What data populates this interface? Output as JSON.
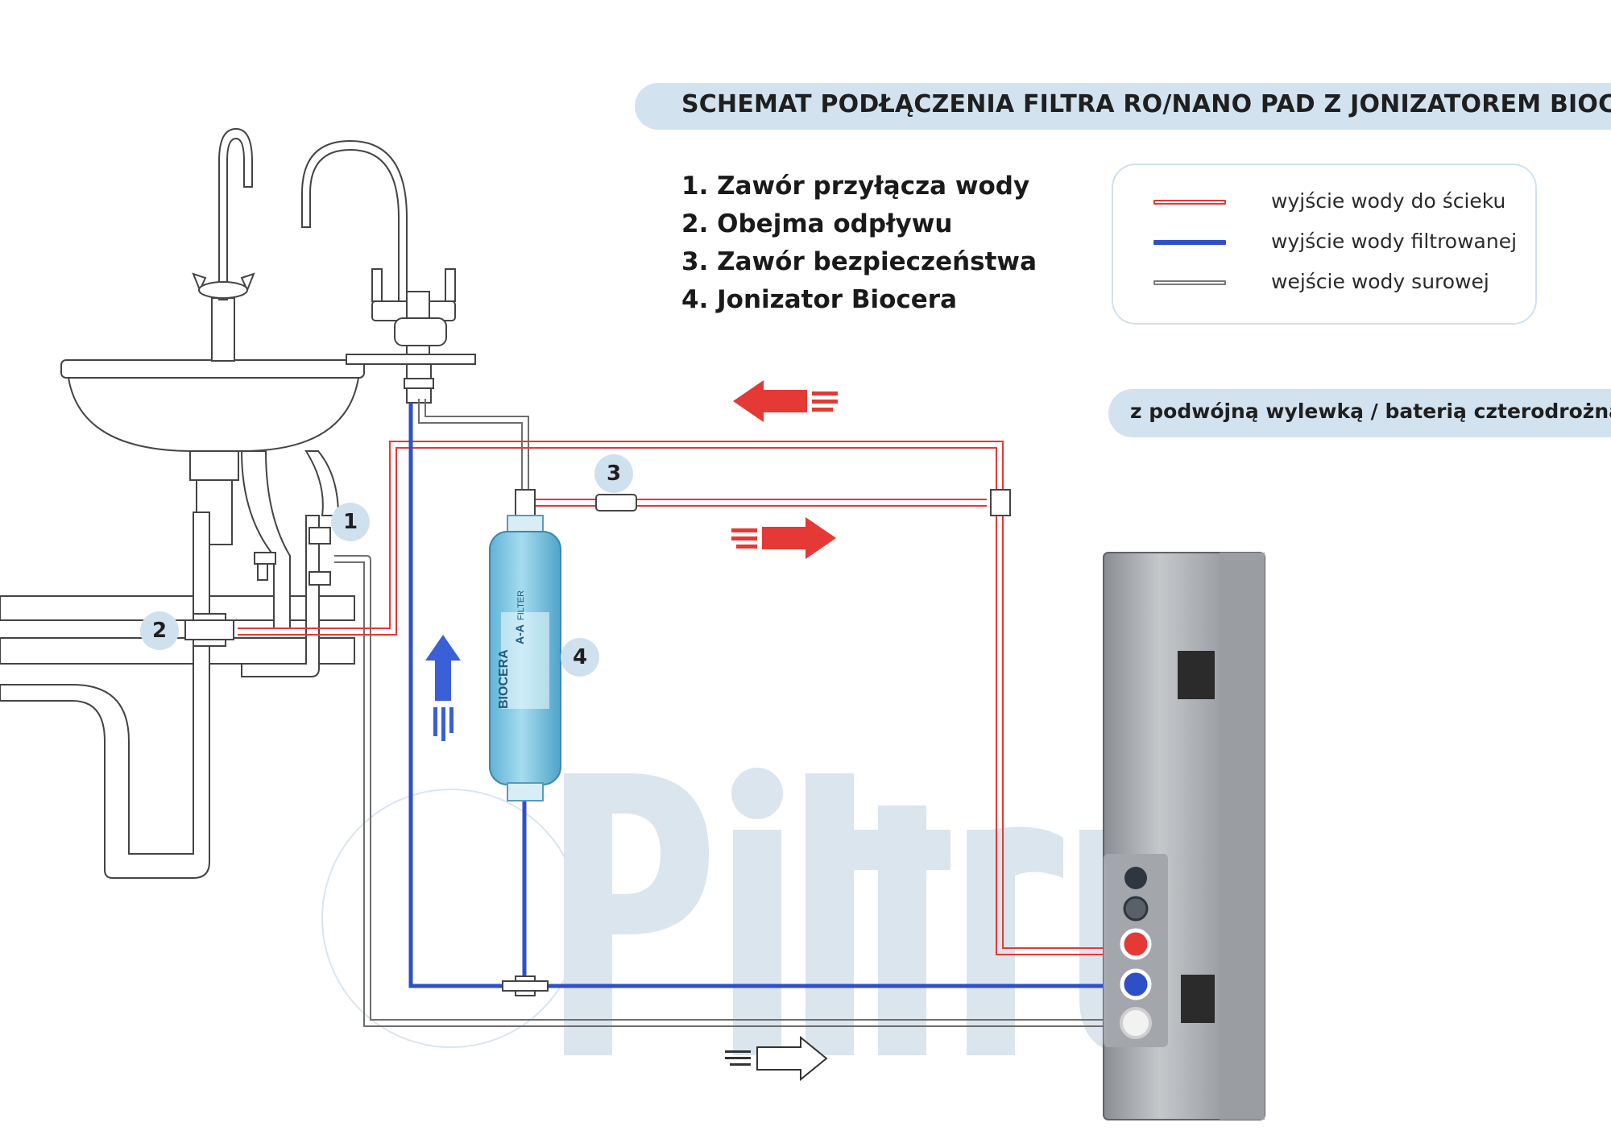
{
  "title": "SCHEMAT PODŁĄCZENIA FILTRA RO/NANO PAD Z JONIZATOREM BIOCERA",
  "subtitle": "z podwójną wylewką / baterią czterodrożną",
  "items": [
    "1.  Zawór przyłącza wody",
    "2.  Obejma odpływu",
    "3.  Zawór bezpieczeństwa",
    "4.  Jonizator Biocera"
  ],
  "legend": [
    {
      "label": "wyjście wody do ścieku",
      "color": "#e53935"
    },
    {
      "label": "wyjście wody filtrowanej",
      "color": "#2f4fc9"
    },
    {
      "label": "wejście wody surowej",
      "color": "#7a7a7a"
    }
  ],
  "markers": [
    "1",
    "2",
    "3",
    "4"
  ],
  "cartridge_labels": {
    "brand": "BIOCERA",
    "type": "A-A",
    "filter": "FILTER"
  },
  "watermark": "Piltru",
  "colors": {
    "title_bar": "#d2e3ef",
    "drain": "#e53935",
    "filtered": "#2f4fc9",
    "raw": "#7a7a7a",
    "cartridge": "#7ec8e3",
    "unit": "#8b8f94"
  },
  "icons": [
    "sink-icon",
    "kitchen-faucet-icon",
    "dual-spout-faucet-icon",
    "drain-siphon-icon",
    "filter-cartridge-icon",
    "ro-unit-icon",
    "flow-arrow-icon"
  ]
}
